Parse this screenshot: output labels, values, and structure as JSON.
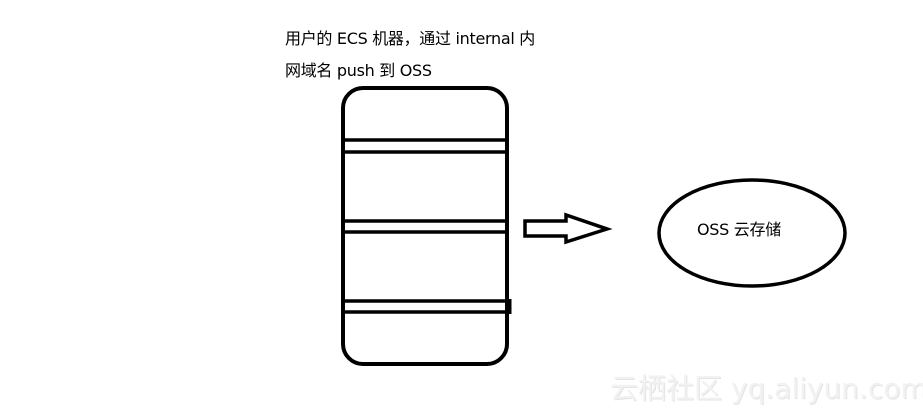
{
  "diagram": {
    "caption": {
      "line1": "用户的 ECS 机器，通过 internal 内",
      "line2": "网域名 push 到 OSS"
    },
    "source_node": {
      "kind": "server-stack-icon",
      "bands": 3
    },
    "arrow": {
      "kind": "hollow-right-arrow",
      "direction": "right"
    },
    "target_node": {
      "kind": "ellipse",
      "label": "OSS 云存储"
    },
    "stroke_color": "#000000",
    "background_color": "#ffffff"
  },
  "watermark": {
    "text": "云栖社区 yq.aliyun.com"
  }
}
